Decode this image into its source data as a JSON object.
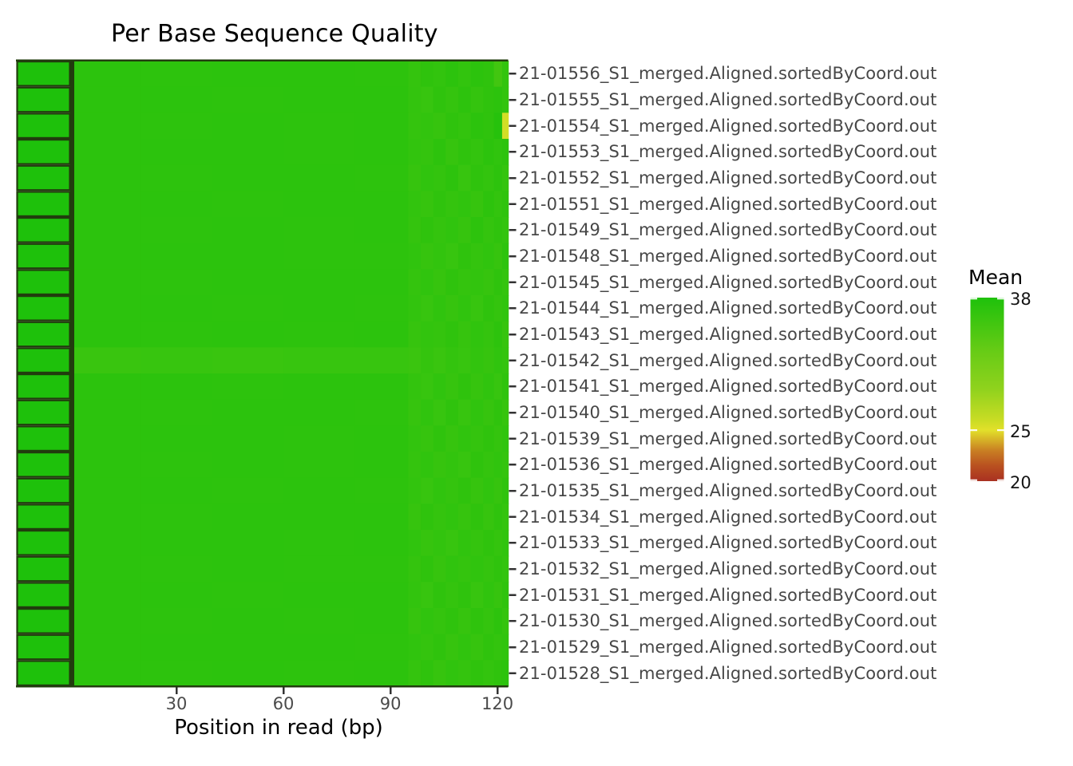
{
  "chart_data": {
    "type": "heatmap",
    "title": "Per Base Sequence Quality",
    "xlabel": "Position in read (bp)",
    "ylabel": "",
    "x_ticks": [
      30,
      60,
      90,
      120
    ],
    "x_range": [
      1,
      123
    ],
    "grid": false,
    "legend_position": "right",
    "colorbar": {
      "title": "Mean",
      "tick_labels": [
        38,
        25,
        20
      ],
      "domain": [
        20,
        38
      ],
      "scale": [
        [
          38,
          "#1ec10b"
        ],
        [
          33,
          "#64cb15"
        ],
        [
          29,
          "#90d21d"
        ],
        [
          26,
          "#c9dc24"
        ],
        [
          25,
          "#e2e02a"
        ],
        [
          23,
          "#c97f23"
        ],
        [
          21.5,
          "#b95020"
        ],
        [
          20,
          "#a93121"
        ]
      ]
    },
    "x_edges": [
      0.8,
      20,
      40,
      60,
      80,
      95,
      98.5,
      102,
      105.5,
      109,
      112.5,
      116,
      119,
      121.3,
      123
    ],
    "rows": [
      {
        "name": "21-01556_S1_merged.Aligned.sortedByCoord.out",
        "lead": 38,
        "values": [
          37,
          36.9,
          37,
          37,
          36.9,
          36.4,
          36.8,
          36.6,
          37,
          36.6,
          37,
          36.8,
          35.4,
          36.6
        ]
      },
      {
        "name": "21-01555_S1_merged.Aligned.sortedByCoord.out",
        "lead": 38,
        "values": [
          37,
          37,
          36.9,
          37,
          37,
          36.5,
          36.2,
          36.8,
          36.4,
          36.9,
          36.4,
          36.8,
          37,
          36.6
        ]
      },
      {
        "name": "21-01554_S1_merged.Aligned.sortedByCoord.out",
        "lead": 38,
        "values": [
          37,
          36.9,
          37,
          36.9,
          37,
          36.4,
          36.6,
          36.3,
          36.8,
          36.5,
          37,
          36.8,
          37.4,
          25.6
        ]
      },
      {
        "name": "21-01553_S1_merged.Aligned.sortedByCoord.out",
        "lead": 38,
        "values": [
          37,
          37,
          37,
          36.9,
          37,
          36.6,
          36.4,
          36.9,
          36.3,
          36.8,
          36.5,
          37,
          36.7,
          36.9
        ]
      },
      {
        "name": "21-01552_S1_merged.Aligned.sortedByCoord.out",
        "lead": 38,
        "values": [
          37,
          36.9,
          37,
          37,
          36.9,
          36.3,
          36.7,
          36.5,
          36.9,
          36.2,
          36.8,
          36.5,
          36.9,
          36.4
        ]
      },
      {
        "name": "21-01551_S1_merged.Aligned.sortedByCoord.out",
        "lead": 38,
        "values": [
          37,
          37,
          36.9,
          37,
          37,
          36.6,
          36.3,
          36.8,
          36.4,
          36.7,
          36.3,
          36.9,
          36.5,
          36.8
        ]
      },
      {
        "name": "21-01549_S1_merged.Aligned.sortedByCoord.out",
        "lead": 38,
        "values": [
          37,
          36.9,
          37,
          36.9,
          37,
          36.4,
          36.8,
          36.4,
          36.7,
          36.3,
          36.9,
          36.4,
          36.8,
          36.5
        ]
      },
      {
        "name": "21-01548_S1_merged.Aligned.sortedByCoord.out",
        "lead": 38,
        "values": [
          37,
          37,
          37,
          36.9,
          36.9,
          36.7,
          36.3,
          36.6,
          36.2,
          36.8,
          36.4,
          36.7,
          36.3,
          36.9
        ]
      },
      {
        "name": "21-01545_S1_merged.Aligned.sortedByCoord.out",
        "lead": 38,
        "values": [
          37,
          36.9,
          37,
          37,
          37,
          36.4,
          36.7,
          36.3,
          36.8,
          36.4,
          36.6,
          36.3,
          36.8,
          36.4
        ]
      },
      {
        "name": "21-01544_S1_merged.Aligned.sortedByCoord.out",
        "lead": 38,
        "values": [
          37,
          37,
          36.9,
          37,
          36.9,
          36.6,
          36.2,
          36.7,
          36.3,
          36.7,
          36.2,
          36.8,
          36.4,
          36.7
        ]
      },
      {
        "name": "21-01543_S1_merged.Aligned.sortedByCoord.out",
        "lead": 38,
        "values": [
          37,
          36.9,
          37,
          36.9,
          37,
          36.3,
          36.6,
          36.4,
          36.8,
          36.3,
          36.7,
          36.4,
          36.9,
          36.3
        ]
      },
      {
        "name": "21-01542_S1_merged.Aligned.sortedByCoord.out",
        "lead": 38,
        "values": [
          36.1,
          36.2,
          36.1,
          36.2,
          36.2,
          36,
          36.4,
          36.1,
          36.5,
          36.2,
          36.6,
          36.3,
          36.7,
          36.4
        ]
      },
      {
        "name": "21-01541_S1_merged.Aligned.sortedByCoord.out",
        "lead": 38,
        "values": [
          37,
          37,
          36.9,
          37,
          37,
          36.5,
          36.2,
          36.7,
          36.3,
          36.8,
          36.3,
          36.7,
          36.2,
          36.8
        ]
      },
      {
        "name": "21-01540_S1_merged.Aligned.sortedByCoord.out",
        "lead": 38,
        "values": [
          37,
          36.9,
          37,
          37,
          36.9,
          36.3,
          36.7,
          36.2,
          36.8,
          36.2,
          36.7,
          36.3,
          36.8,
          36.3
        ]
      },
      {
        "name": "21-01539_S1_merged.Aligned.sortedByCoord.out",
        "lead": 38,
        "values": [
          37,
          37,
          37,
          36.9,
          37,
          36.6,
          36.3,
          36.8,
          36.3,
          36.7,
          36.4,
          36.8,
          36.4,
          36.7
        ]
      },
      {
        "name": "21-01536_S1_merged.Aligned.sortedByCoord.out",
        "lead": 38,
        "values": [
          37,
          36.9,
          37,
          36.9,
          37,
          36.4,
          36.7,
          36.3,
          36.6,
          36.2,
          36.8,
          36.4,
          36.7,
          36.4
        ]
      },
      {
        "name": "21-01535_S1_merged.Aligned.sortedByCoord.out",
        "lead": 38,
        "values": [
          37,
          37,
          36.9,
          37,
          36.9,
          36.6,
          36.2,
          36.7,
          36.4,
          36.8,
          36.3,
          36.7,
          36.3,
          36.8
        ]
      },
      {
        "name": "21-01534_S1_merged.Aligned.sortedByCoord.out",
        "lead": 38,
        "values": [
          37,
          36.9,
          37,
          37,
          37,
          36.3,
          36.8,
          36.4,
          36.7,
          36.3,
          36.8,
          36.3,
          36.8,
          36.4
        ]
      },
      {
        "name": "21-01533_S1_merged.Aligned.sortedByCoord.out",
        "lead": 38,
        "values": [
          37,
          37,
          37,
          36.9,
          37,
          36.7,
          36.3,
          36.6,
          36.2,
          36.7,
          36.4,
          36.8,
          36.4,
          36.7
        ]
      },
      {
        "name": "21-01532_S1_merged.Aligned.sortedByCoord.out",
        "lead": 38,
        "values": [
          37,
          36.9,
          37,
          36.9,
          36.9,
          36.4,
          36.8,
          36.3,
          36.7,
          36.4,
          36.7,
          36.4,
          36.8,
          36.5
        ]
      },
      {
        "name": "21-01531_S1_merged.Aligned.sortedByCoord.out",
        "lead": 38,
        "values": [
          37,
          37,
          36.9,
          37,
          37,
          36.6,
          36.2,
          36.8,
          36.4,
          36.8,
          36.2,
          36.7,
          36.3,
          36.8
        ]
      },
      {
        "name": "21-01530_S1_merged.Aligned.sortedByCoord.out",
        "lead": 38,
        "values": [
          37,
          36.9,
          37,
          36.9,
          37,
          36.3,
          36.7,
          36.4,
          36.8,
          36.3,
          36.8,
          36.4,
          36.9,
          36.4
        ]
      },
      {
        "name": "21-01529_S1_merged.Aligned.sortedByCoord.out",
        "lead": 38,
        "values": [
          37,
          37,
          37,
          37,
          36.9,
          36.7,
          36.4,
          36.8,
          36.3,
          36.7,
          36.3,
          36.8,
          36.5,
          36.7
        ]
      },
      {
        "name": "21-01528_S1_merged.Aligned.sortedByCoord.out",
        "lead": 38,
        "values": [
          37,
          36.9,
          37,
          36.9,
          37,
          36.4,
          36.8,
          36.3,
          36.7,
          36.4,
          36.8,
          36.5,
          36.8,
          37
        ]
      }
    ]
  }
}
